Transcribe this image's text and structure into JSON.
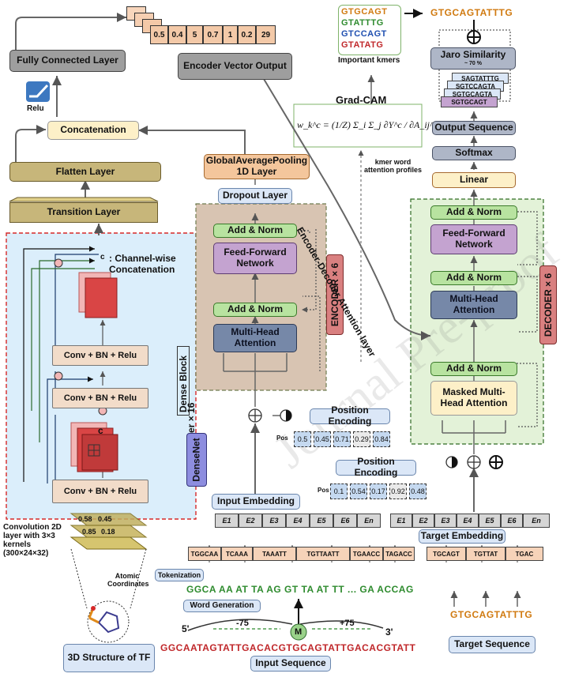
{
  "left": {
    "encoder_output_values": [
      "0.5",
      "0.4",
      "5",
      "0.7",
      "1",
      "0.2",
      "29"
    ],
    "fully_connected": "Fully Connected  Layer",
    "encoder_vector": "Encoder Vector Output",
    "relu": "Relu",
    "concatenation": "Concatenation",
    "flatten": "Flatten Layer",
    "transition": "Transition Layer",
    "channel_wise": ": Channel-wise Concatenation",
    "channel_c": "c",
    "conv_bn_relu": "Conv + BN + Relu",
    "dense_block": "Dense Block",
    "conv_layer_x16": "Conv Layer  × 16",
    "densenet": "DenseNet",
    "conv2d_caption": "Convolution 2D layer with 3×3 kernels (300×24×32)",
    "matrix_values": [
      "0.58",
      "0.45",
      "0.85",
      "0.18"
    ],
    "atomic_coordinates": "Atomic Coordinates",
    "structure_title": "3D Structure of TF"
  },
  "encoder": {
    "global_pool": "GlobalAveragePooling 1D Layer",
    "dropout": "Dropout Layer",
    "add_norm": "Add & Norm",
    "ffn": "Feed-Forward Network",
    "mha": "Multi-Head Attention",
    "ribbon": "ENCODER  × 6",
    "position_encoding": "Position Encoding",
    "pos_label": "Pos",
    "pos_values": [
      "0.5",
      "0.45",
      "0.71",
      "0.29",
      "0.84"
    ],
    "input_embedding": "Input Embedding",
    "emb_tokens": [
      "E1",
      "E2",
      "E3",
      "E4",
      "E5",
      "E6",
      "En"
    ],
    "tokenization": "Tokenization",
    "tokens": [
      "TGGCAA",
      "TCAAA",
      "TAAATT",
      "TGTTAATT",
      "TGAACC",
      "TAGACC"
    ],
    "words": "GGCA AA AT TA AG GT TA AT TT ...   GA ACCAG",
    "word_generation": "Word Generation",
    "motif": "M",
    "minus": "-75",
    "plus": "+75",
    "five_prime": "5'",
    "three_prime": "3'",
    "input_seq": "GGCAATAGTATTGACACGTGCAGTATTGACACGTATT",
    "input_seq_title": "Input Sequence"
  },
  "middle": {
    "gradcam": "Grad-CAM",
    "formula": "w_k^c = (1/Z) Σ_i Σ_j ∂Y^c / ∂A_ij^k",
    "kmer_profile": "kmer word attention profiles",
    "important_kmers": [
      "GTGCAGT",
      "GTATTTG",
      "GTCCAGT",
      "GTATATG"
    ],
    "important_kmers_title": "Important kmers",
    "cross_attention": "Encoder-Decoder Attention layer"
  },
  "decoder": {
    "final_seq": "GTGCAGTATTTG",
    "jaro": "Jaro Similarity",
    "jaro_pct": "~ 70 %",
    "stack_kmers": [
      "SAGTATTTG",
      "SGTCCAGTA",
      "SGTGCAGTA",
      "SGTGCAGT"
    ],
    "output_sequence": "Output Sequence",
    "softmax": "Softmax",
    "linear": "Linear",
    "add_norm": "Add & Norm",
    "ffn": "Feed-Forward Network",
    "mha": "Multi-Head Attention",
    "masked_mha": "Masked Multi-Head Attention",
    "ribbon": "DECODER  × 6",
    "position_encoding": "Position Encoding",
    "pos_label": "Pos",
    "pos_values": [
      "0.1",
      "0.54",
      "0.17",
      "0.92",
      "0.48"
    ],
    "target_embedding": "Target Embedding",
    "emb_tokens": [
      "E1",
      "E2",
      "E3",
      "E4",
      "E5",
      "E6",
      "En"
    ],
    "target_tokens": [
      "TGCAGT",
      "TGTTAT",
      "TGAC"
    ],
    "target_seq": "GTGCAGTATTTG",
    "target_seq_title": "Target Sequence"
  },
  "colors": {
    "A": "#2e8b2e",
    "C": "#1f4fb0",
    "G": "#d07a10",
    "T": "#c0282b"
  },
  "watermark": "Journal Pre-proof"
}
